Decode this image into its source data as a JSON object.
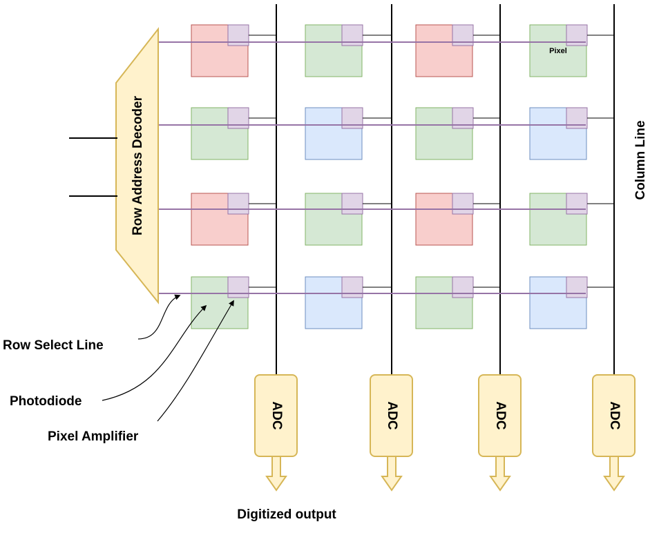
{
  "labels": {
    "decoder": "Row Address Decoder",
    "column_line": "Column Line",
    "row_select_line": "Row Select Line",
    "photodiode": "Photodiode",
    "pixel_amplifier": "Pixel Amplifier",
    "digitized_output": "Digitized output",
    "pixel": "Pixel",
    "adc": "ADC"
  },
  "pixel_grid": [
    [
      "red",
      "green",
      "red",
      "green"
    ],
    [
      "green",
      "blue",
      "green",
      "blue"
    ],
    [
      "red",
      "green",
      "red",
      "green"
    ],
    [
      "green",
      "blue",
      "green",
      "blue"
    ]
  ],
  "colors": {
    "red": "#f8cecc",
    "red_stroke": "#b85450",
    "green": "#d5e8d4",
    "green_stroke": "#82b366",
    "blue": "#dae8fc",
    "blue_stroke": "#6c8ebf",
    "amplifier": "#e1d5e7",
    "amplifier_stroke": "#9673a6",
    "row_line": "#9673a6",
    "decoder_fill": "#fff2cc",
    "decoder_stroke": "#d6b656",
    "adc_fill": "#fff2cc",
    "adc_stroke": "#d6b656"
  }
}
